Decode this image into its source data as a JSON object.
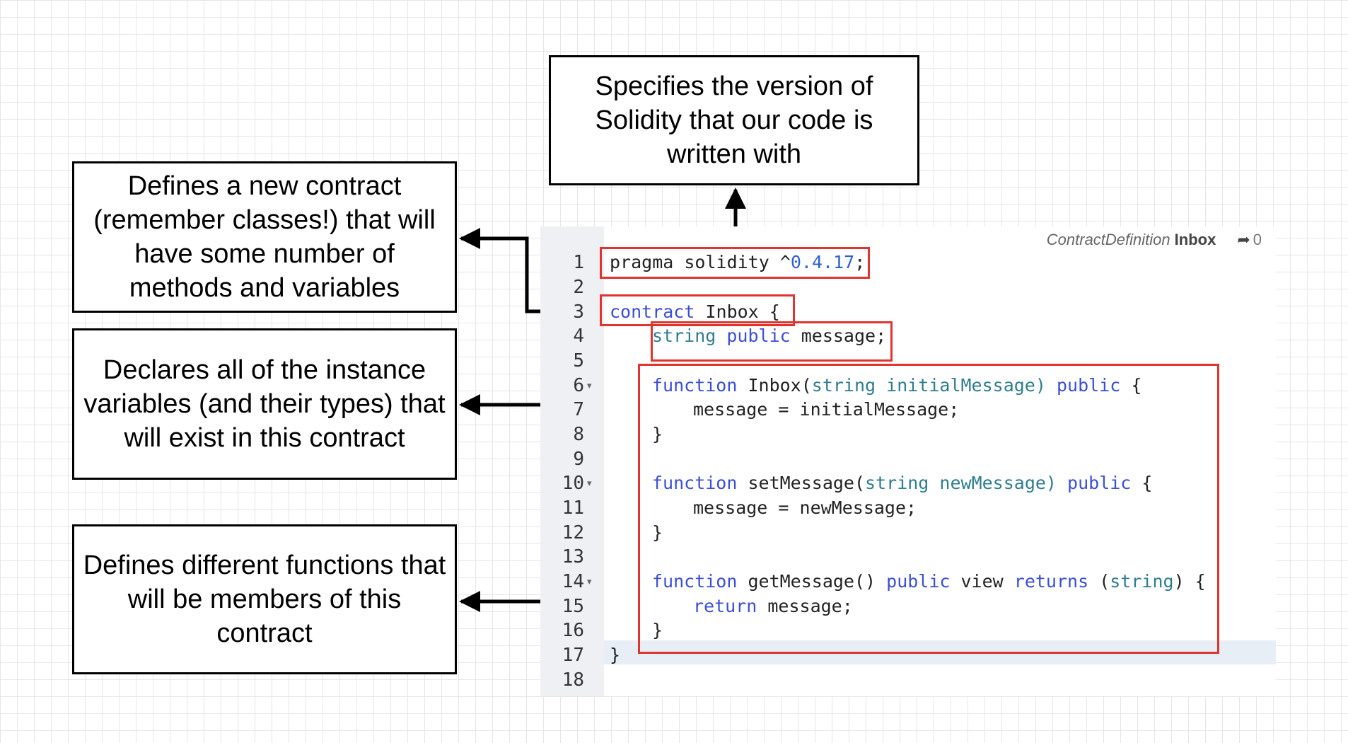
{
  "callouts": {
    "pragma_note": "Specifies the version of Solidity that our code is written with",
    "contract_note": "Defines a new contract (remember classes!) that will have some number of methods and variables",
    "variables_note": "Declares all of the instance variables (and their types) that will exist in this contract",
    "functions_note": "Defines different functions that will be members of this contract"
  },
  "editor": {
    "breadcrumb": {
      "context": "ContractDefinition",
      "name": "Inbox",
      "references": "0",
      "reference_icon": "share-arrow-icon"
    },
    "line_numbers": [
      "1",
      "2",
      "3",
      "4",
      "5",
      "6",
      "7",
      "8",
      "9",
      "10",
      "11",
      "12",
      "13",
      "14",
      "15",
      "16",
      "17",
      "18"
    ],
    "tokens": {
      "l1_pragma": "pragma solidity ^",
      "l1_version": "0.4.17",
      "l1_end": ";",
      "l3_kw": "contract",
      "l3_name": " Inbox {",
      "l4_type": "string",
      "l4_kw": " public",
      "l4_name": " message;",
      "l6_kw": "function",
      "l6_name": " Inbox(",
      "l6_type": "string",
      "l6_param": " initialMessage)",
      "l6_pub": " public",
      "l6_brace": " {",
      "l7": "message = initialMessage;",
      "l8": "}",
      "l10_kw": "function",
      "l10_name": " setMessage(",
      "l10_type": "string",
      "l10_param": " newMessage)",
      "l10_pub": " public",
      "l10_brace": " {",
      "l11": "message = newMessage;",
      "l12": "}",
      "l14_kw": "function",
      "l14_name": " getMessage()",
      "l14_pub": " public",
      "l14_view": " view",
      "l14_ret": " returns",
      "l14_open": " (",
      "l14_type": "string",
      "l14_close": ") {",
      "l15_kw": "return",
      "l15_rest": " message;",
      "l16": "}",
      "l17": "}"
    }
  },
  "colors": {
    "highlight": "#e0342e",
    "keyword": "#3b4fd6",
    "type": "#2f7d8d",
    "number": "#2f5fd6"
  }
}
